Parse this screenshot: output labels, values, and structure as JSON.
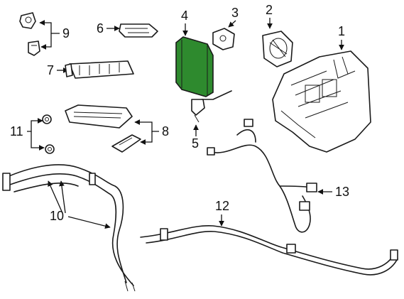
{
  "callouts": {
    "c1": "1",
    "c2": "2",
    "c3": "3",
    "c4": "4",
    "c5": "5",
    "c6": "6",
    "c7": "7",
    "c8": "8",
    "c9": "9",
    "c10": "10",
    "c11": "11",
    "c12": "12",
    "c13": "13"
  },
  "highlight_color": "#2e8a2e",
  "highlighted_part": "4"
}
